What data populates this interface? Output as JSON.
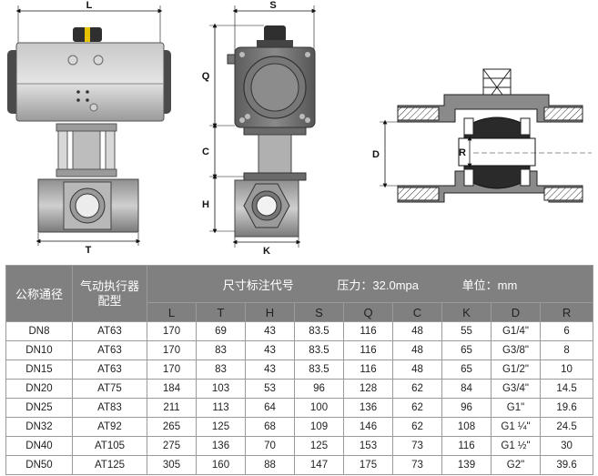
{
  "drawing": {
    "dimension_labels": {
      "L": "L",
      "T": "T",
      "H": "H",
      "C": "C",
      "Q": "Q",
      "S": "S",
      "K": "K",
      "D": "D",
      "R": "R"
    }
  },
  "table": {
    "header": {
      "nominal": "公称通径",
      "actuator": "气动执行器配型",
      "dims_title": "尺寸标注代号",
      "pressure": "压力：32.0mpa",
      "unit": "单位：mm",
      "columns": [
        "L",
        "T",
        "H",
        "S",
        "Q",
        "C",
        "K",
        "D",
        "R"
      ]
    },
    "rows": [
      {
        "dn": "DN8",
        "model": "AT63",
        "L": "170",
        "T": "69",
        "H": "43",
        "S": "83.5",
        "Q": "116",
        "C": "48",
        "K": "55",
        "D": "G1/4\"",
        "R": "6"
      },
      {
        "dn": "DN10",
        "model": "AT63",
        "L": "170",
        "T": "83",
        "H": "43",
        "S": "83.5",
        "Q": "116",
        "C": "48",
        "K": "65",
        "D": "G3/8\"",
        "R": "8"
      },
      {
        "dn": "DN15",
        "model": "AT63",
        "L": "170",
        "T": "83",
        "H": "43",
        "S": "83.5",
        "Q": "116",
        "C": "48",
        "K": "65",
        "D": "G1/2\"",
        "R": "10"
      },
      {
        "dn": "DN20",
        "model": "AT75",
        "L": "184",
        "T": "103",
        "H": "53",
        "S": "96",
        "Q": "128",
        "C": "62",
        "K": "84",
        "D": "G3/4\"",
        "R": "14.5"
      },
      {
        "dn": "DN25",
        "model": "AT83",
        "L": "211",
        "T": "113",
        "H": "64",
        "S": "100",
        "Q": "136",
        "C": "62",
        "K": "96",
        "D": "G1\"",
        "R": "19.6"
      },
      {
        "dn": "DN32",
        "model": "AT92",
        "L": "265",
        "T": "125",
        "H": "68",
        "S": "109",
        "Q": "146",
        "C": "62",
        "K": "108",
        "D": "G1 ¼\"",
        "R": "24.5"
      },
      {
        "dn": "DN40",
        "model": "AT105",
        "L": "275",
        "T": "136",
        "H": "70",
        "S": "125",
        "Q": "153",
        "C": "73",
        "K": "116",
        "D": "G1 ½\"",
        "R": "30"
      },
      {
        "dn": "DN50",
        "model": "AT125",
        "L": "305",
        "T": "160",
        "H": "88",
        "S": "147",
        "Q": "175",
        "C": "73",
        "K": "139",
        "D": "G2\"",
        "R": "39.6"
      }
    ]
  }
}
